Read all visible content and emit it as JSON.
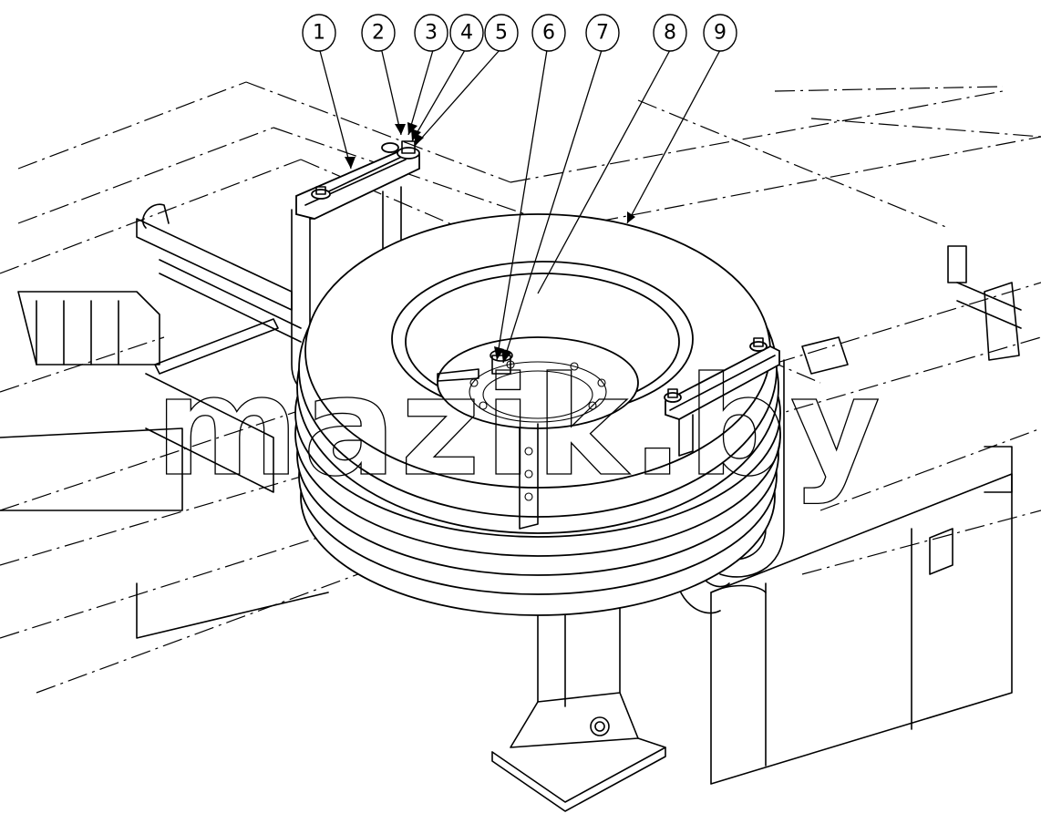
{
  "callouts": [
    {
      "label": "1"
    },
    {
      "label": "2"
    },
    {
      "label": "3"
    },
    {
      "label": "4"
    },
    {
      "label": "5"
    },
    {
      "label": "6"
    },
    {
      "label": "7"
    },
    {
      "label": "8"
    },
    {
      "label": "9"
    }
  ],
  "watermark": "mazik.by"
}
